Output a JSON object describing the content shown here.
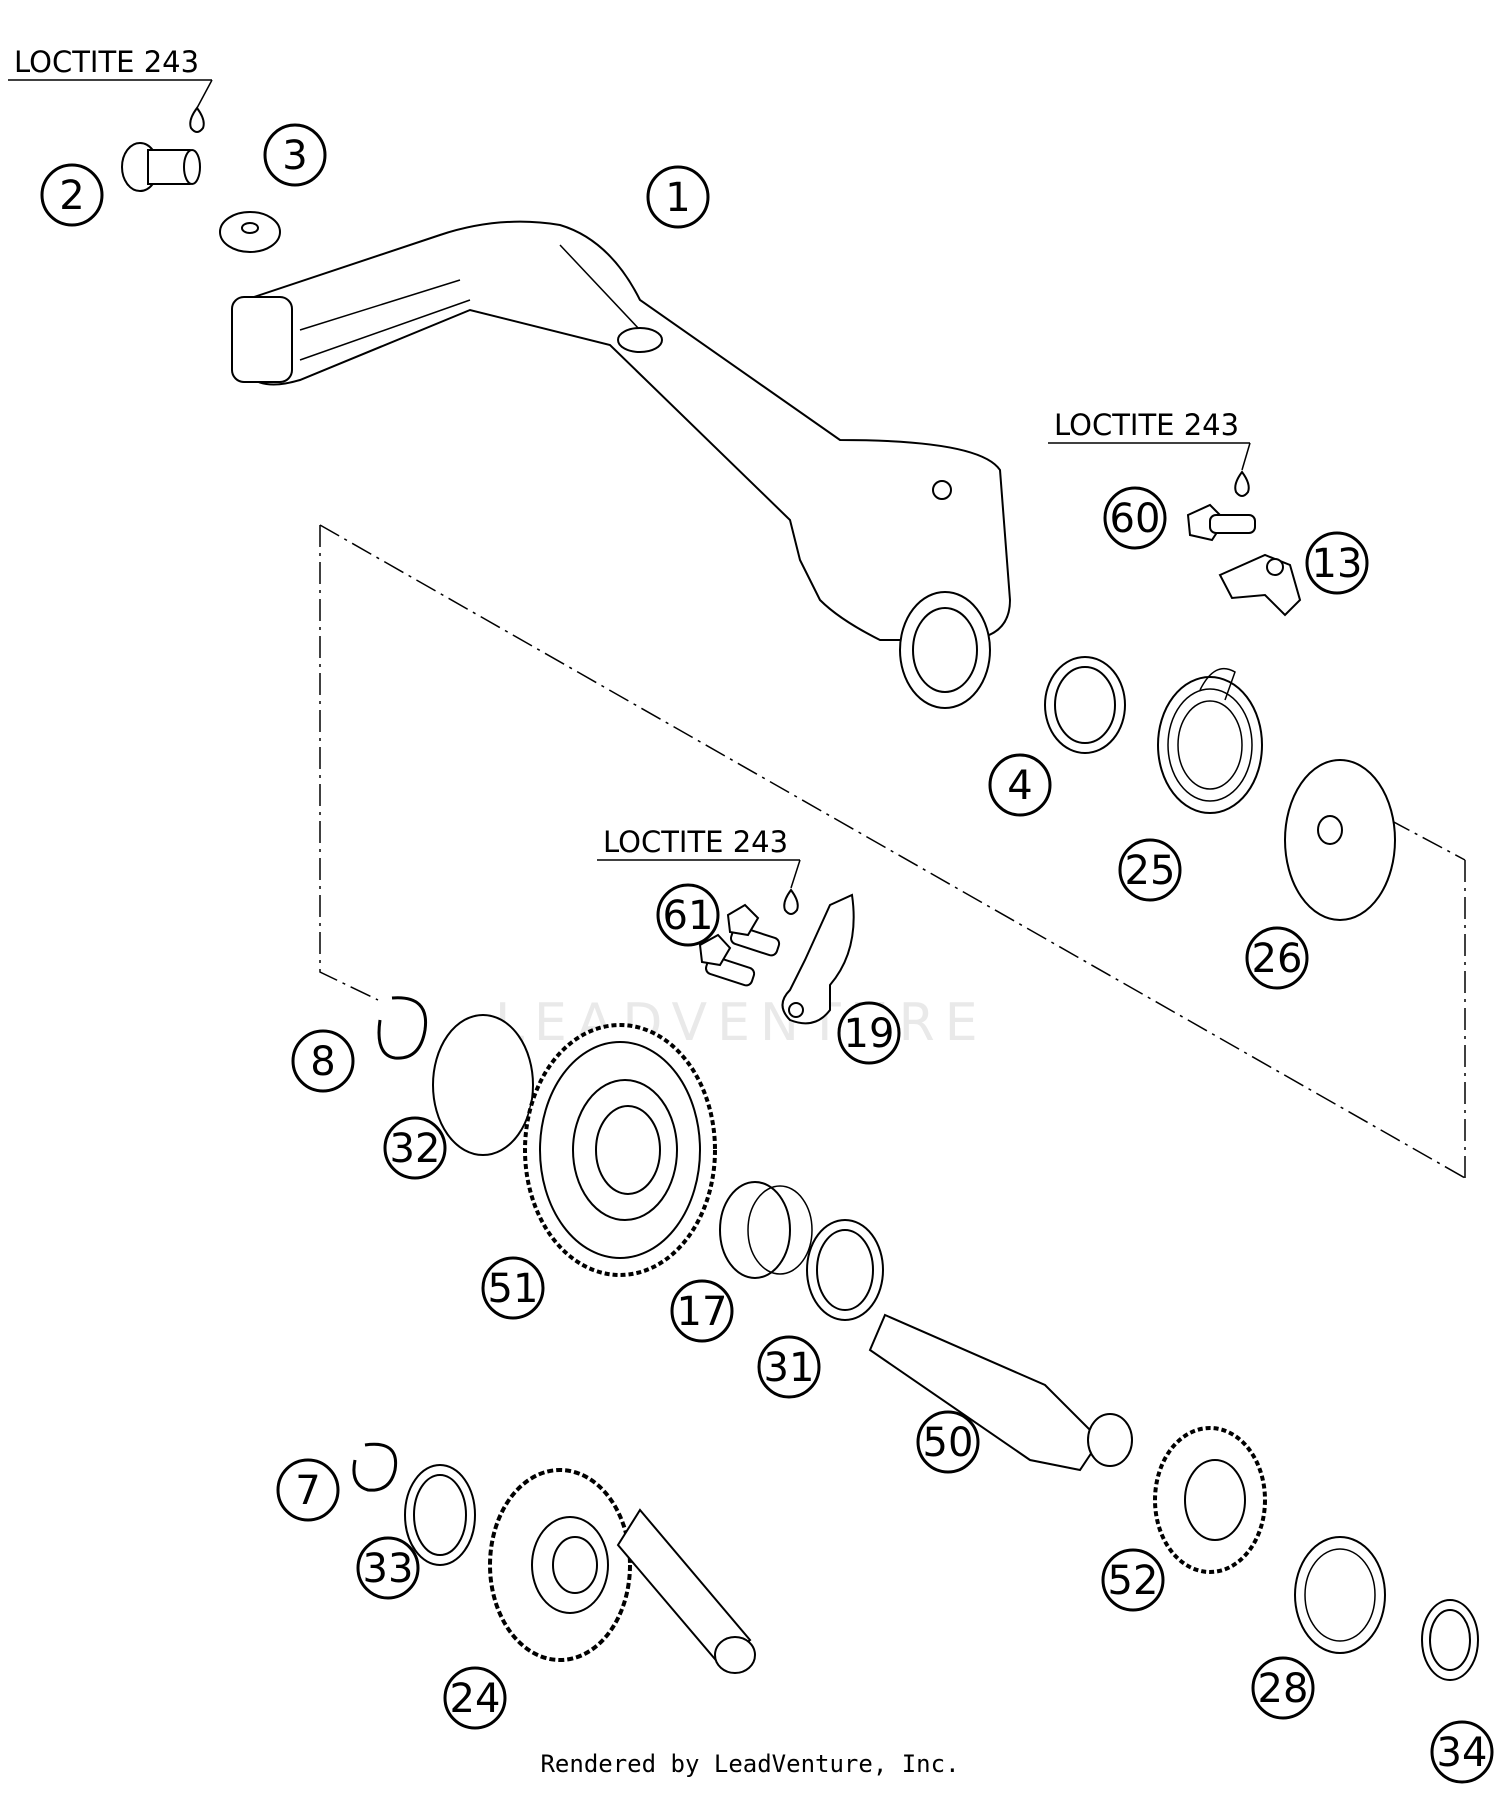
{
  "loctite_labels": [
    "LOCTITE 243",
    "LOCTITE 243",
    "LOCTITE 243"
  ],
  "callouts": [
    "1",
    "2",
    "3",
    "4",
    "7",
    "8",
    "13",
    "17",
    "19",
    "24",
    "25",
    "26",
    "28",
    "31",
    "32",
    "33",
    "34",
    "50",
    "51",
    "52",
    "60",
    "61"
  ],
  "watermark": "LEADVENTURE",
  "footer": "Rendered by LeadVenture, Inc."
}
